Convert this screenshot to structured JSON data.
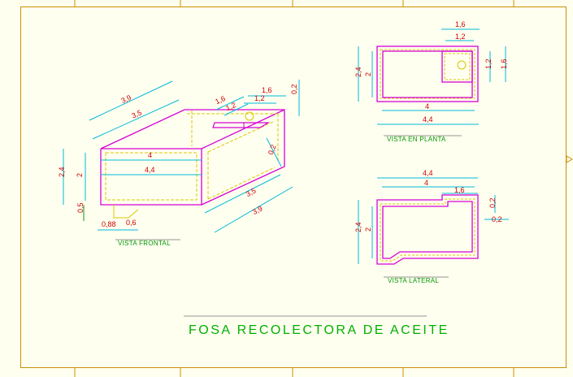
{
  "title": "FOSA RECOLECTORA DE ACEITE",
  "views": {
    "frontal": "VISTA FRONTAL",
    "planta": "VISTA EN PLANTA",
    "lateral": "VISTA LATERAL"
  },
  "dims": {
    "iso_3_9_top": "3,9",
    "iso_3_5_top": "3,5",
    "iso_1_6": "1,6",
    "iso_1_2a": "1,2",
    "iso_1_6b": "1,6",
    "iso_1_2b": "1,2",
    "iso_0_2_right": "0,2",
    "iso_4": "4",
    "iso_4_4": "4,4",
    "iso_2_4": "2,4",
    "iso_2": "2",
    "iso_0_5": "0,5",
    "iso_0_88": "0,88",
    "iso_0_6": "0,6",
    "iso_0_2_inside": "0,2",
    "iso_3_5_bottom": "3,5",
    "iso_3_9_bottom": "3,9",
    "plan_1_6_top": "1,6",
    "plan_1_2_top": "1,2",
    "plan_2_4": "2,4",
    "plan_2": "2",
    "plan_1_2_right": "1,2",
    "plan_1_6_right": "1,6",
    "plan_4": "4",
    "plan_4_4": "4,4",
    "lat_4_4": "4,4",
    "lat_4": "4",
    "lat_1_6": "1,6",
    "lat_2_4": "2,4",
    "lat_2": "2",
    "lat_0_2_a": "0,2",
    "lat_0_2_b": "0,2"
  },
  "colors": {
    "background": "#fffff0",
    "frame": "#c89000",
    "outline": "#d400d4",
    "dimension_line": "#00b8d8",
    "dimension_text": "#cc0000",
    "hatch": "#d8c800",
    "label": "#00b000"
  }
}
